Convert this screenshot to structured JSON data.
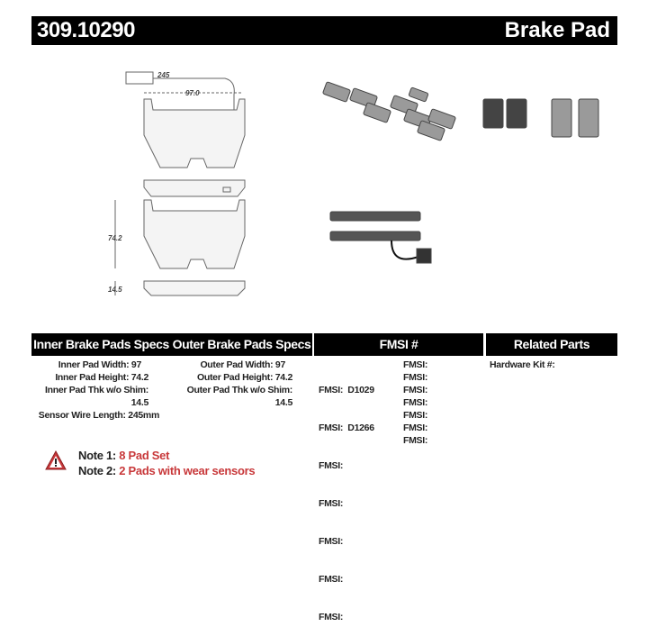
{
  "header": {
    "part_number": "309.10290",
    "type": "Brake Pad"
  },
  "drawing": {
    "dim_wire": "245",
    "dim_width": "97.0",
    "dim_height": "74.2",
    "dim_thickness": "14.5"
  },
  "inner": {
    "title": "Inner Brake Pads Specs",
    "rows": [
      "Inner Pad Width: 97",
      "Inner Pad Height: 74.2",
      "Inner Pad Thk w/o Shim: 14.5",
      "Sensor Wire Length: 245mm"
    ]
  },
  "outer": {
    "title": "Outer Brake Pads Specs",
    "rows": [
      "Outer Pad Width: 97",
      "Outer Pad Height: 74.2",
      "Outer Pad Thk w/o Shim: 14.5"
    ]
  },
  "fmsi": {
    "title": "FMSI #",
    "col1": [
      "FMSI:  D1029",
      "FMSI:  D1266",
      "FMSI:",
      "FMSI:",
      "FMSI:",
      "FMSI:",
      "FMSI:"
    ],
    "col2": [
      "FMSI:",
      "FMSI:",
      "FMSI:",
      "FMSI:",
      "FMSI:",
      "FMSI:",
      "FMSI:"
    ]
  },
  "related": {
    "title": "Related Parts",
    "rows": [
      "Hardware Kit #:"
    ]
  },
  "notes": [
    {
      "label": "Note 1:",
      "value": "8 Pad Set"
    },
    {
      "label": "Note 2:",
      "value": "2 Pads with wear sensors"
    }
  ],
  "colors": {
    "header_bg": "#000000",
    "note_value": "#c8383a",
    "warning": "#c8383a"
  },
  "icons": {
    "warning": "warning-triangle-icon"
  }
}
